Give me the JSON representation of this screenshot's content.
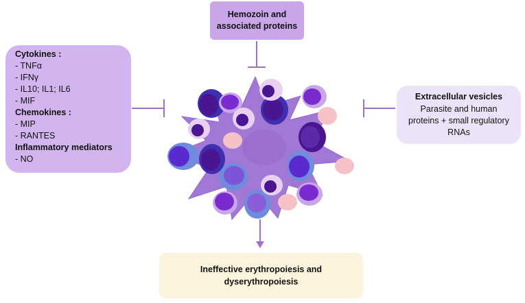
{
  "top_box": {
    "line1": "Hemozoin and",
    "line2": "associated proteins"
  },
  "left_box": {
    "cytokines_heading": "Cytokines :",
    "cytokines": [
      "- TNFα",
      "- IFNγ",
      "- IL10; IL1; IL6",
      "- MIF"
    ],
    "chemokines_heading": "Chemokines :",
    "chemokines": [
      "- MIP",
      "- RANTES"
    ],
    "inflammatory_heading": "Inflammatory mediators",
    "inflammatory": [
      "- NO"
    ]
  },
  "right_box": {
    "heading": "Extracellular vesicles",
    "line1": "Parasite and human",
    "line2": "proteins + small regulatory",
    "line3": "RNAs"
  },
  "bottom_box": {
    "line1": "Ineffective erythropoiesis and",
    "line2": "dyserythropoiesis"
  },
  "colors": {
    "inhibitor_line": "#a070c8",
    "macrophage": "#a278d6",
    "erythroblast_nucleus": "#4a1590",
    "outcome_box": "#fbf3dc"
  }
}
